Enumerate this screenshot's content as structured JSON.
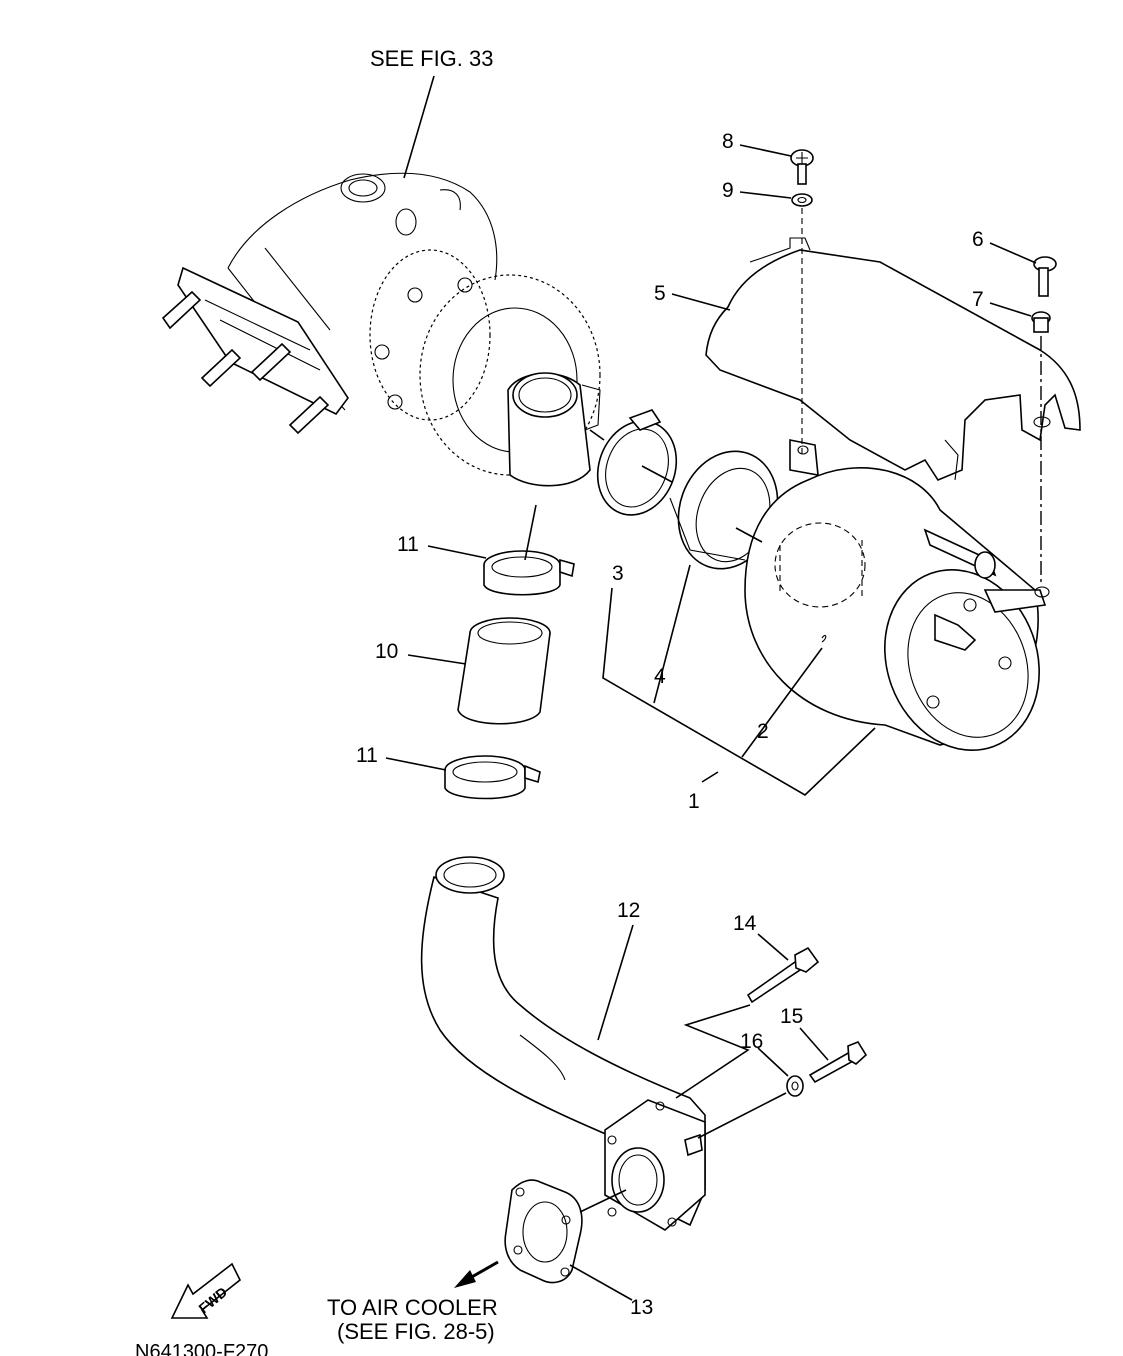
{
  "references": {
    "see_fig_33": "SEE FIG. 33",
    "to_air_cooler": "TO AIR COOLER",
    "see_fig_28_5": "(SEE FIG. 28-5)",
    "fwd": "FWD",
    "figure_code": "N641300-F270"
  },
  "callouts": {
    "c1": "1",
    "c2": "2",
    "c3": "3",
    "c4": "4",
    "c5": "5",
    "c6": "6",
    "c7": "7",
    "c8": "8",
    "c9": "9",
    "c10": "10",
    "c11a": "11",
    "c11b": "11",
    "c12": "12",
    "c13": "13",
    "c14": "14",
    "c15": "15",
    "c16": "16"
  }
}
